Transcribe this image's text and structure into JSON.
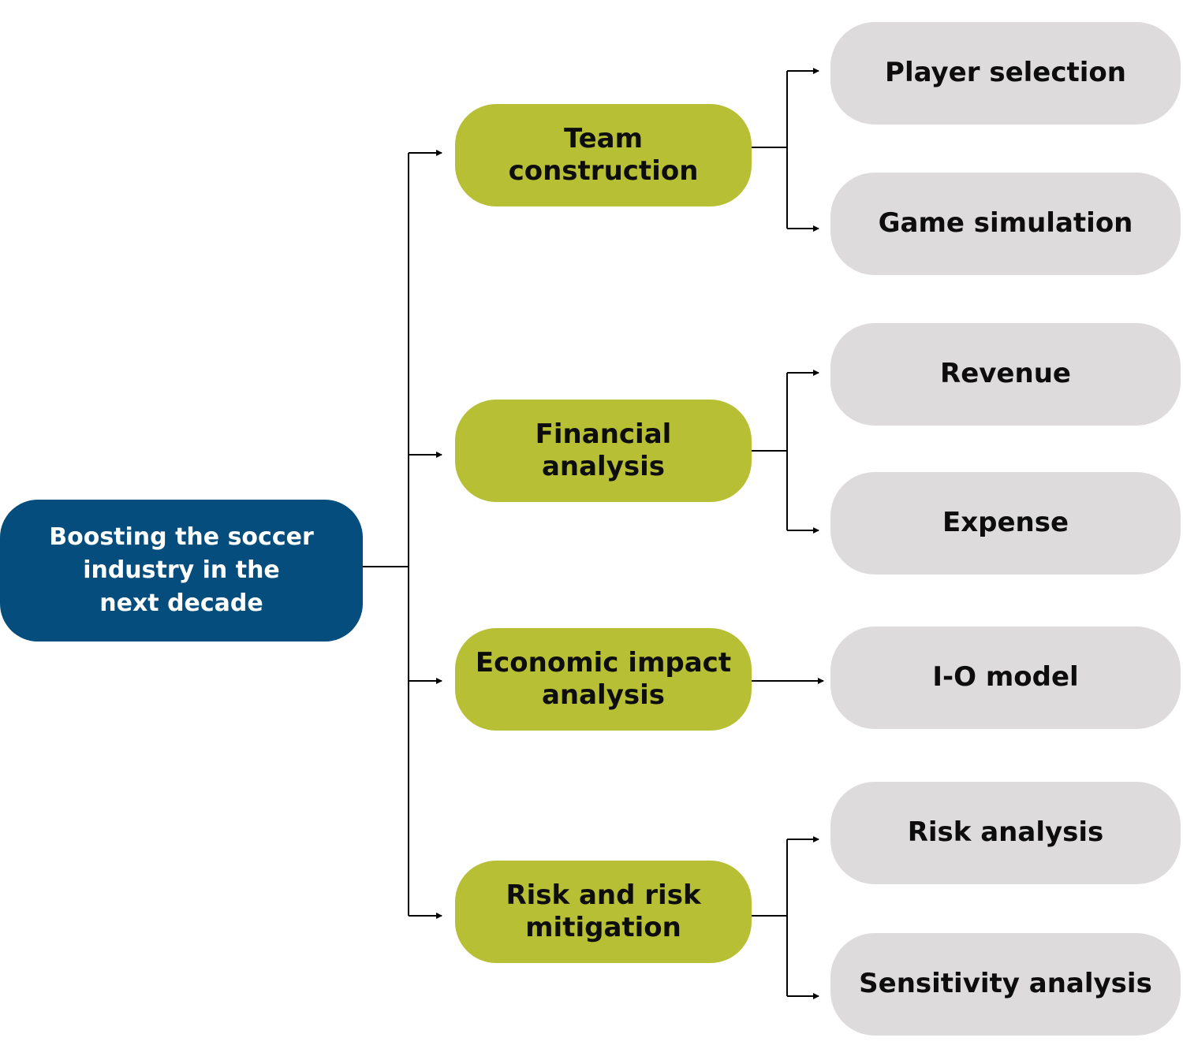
{
  "colors": {
    "root_fill": "#054d7c",
    "mid_fill": "#b7bf35",
    "leaf_fill": "#dddbdc",
    "connector": "#000000"
  },
  "root": {
    "label": "Boosting the soccer\nindustry in the\nnext decade"
  },
  "branches": [
    {
      "label": "Team\nconstruction",
      "children": [
        "Player selection",
        "Game simulation"
      ]
    },
    {
      "label": "Financial\nanalysis",
      "children": [
        "Revenue",
        "Expense"
      ]
    },
    {
      "label": "Economic impact\nanalysis",
      "children": [
        "I-O model"
      ]
    },
    {
      "label": "Risk and risk\nmitigation",
      "children": [
        "Risk analysis",
        "Sensitivity analysis"
      ]
    }
  ]
}
